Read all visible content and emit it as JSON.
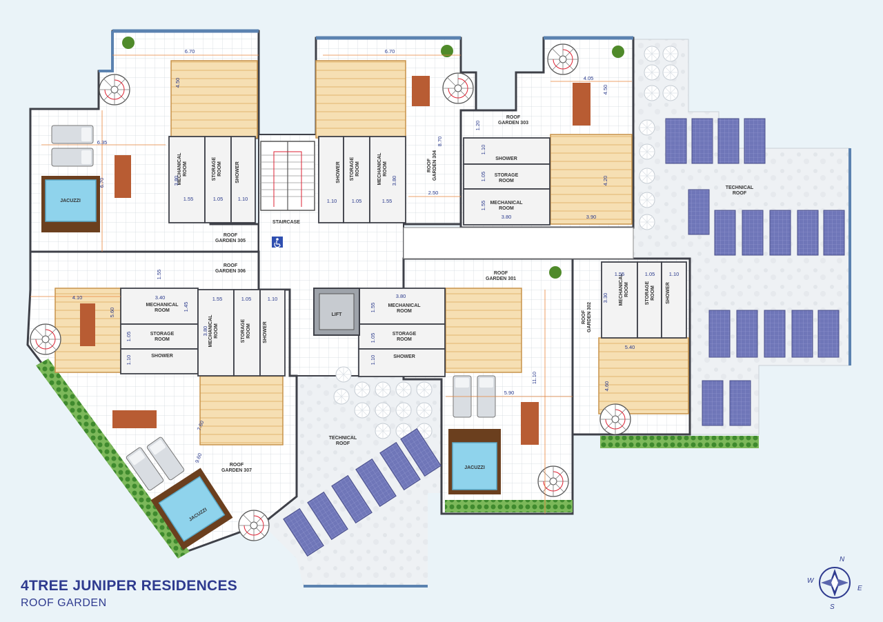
{
  "title": "4TREE JUNIPER RESIDENCES",
  "subtitle": "ROOF GARDEN",
  "compass": {
    "n": "N",
    "e": "E",
    "s": "S",
    "w": "W"
  },
  "common": {
    "staircase": "STAIRCASE",
    "lift": "LIFT",
    "tech_roof_left": "TECHNICAL\nROOF",
    "tech_roof_right": "TECHNICAL\nROOF"
  },
  "room_labels": {
    "mech": "MECHANICAL\nROOM",
    "storage": "STORAGE\nROOM",
    "shower": "SHOWER",
    "jacuzzi": "JACUZZI"
  },
  "gardens": {
    "g301": "ROOF\nGARDEN 301",
    "g302": "ROOF\nGARDEN 302",
    "g303": "ROOF\nGARDEN 303",
    "g304": "ROOF\nGARDEN 304",
    "g305": "ROOF\nGARDEN 305",
    "g306": "ROOF\nGARDEN 306",
    "g307": "ROOF\nGARDEN 307"
  },
  "dims": {
    "d670a": "6.70",
    "d670b": "6.70",
    "d450a": "4.50",
    "d635": "6.35",
    "d670c": "6.70",
    "d380a": "3.80",
    "d155a": "1.55",
    "d105a": "1.05",
    "d110a": "1.10",
    "d110b": "1.10",
    "d105b": "1.05",
    "d155b": "1.55",
    "d380b": "3.80",
    "d870": "8.70",
    "d250": "2.50",
    "d405": "4.05",
    "d450b": "4.50",
    "d120": "1.20",
    "d110c": "1.10",
    "d105c": "1.05",
    "d155c": "1.55",
    "d380c": "3.80",
    "d420": "4.20",
    "d390": "3.90",
    "d155d": "1.55",
    "d410": "4.10",
    "d340": "3.40",
    "d145": "1.45",
    "d560": "5.60",
    "d105d": "1.05",
    "d110d": "1.10",
    "d155e": "1.55",
    "d105e": "1.05",
    "d110e": "1.10",
    "d380d": "3.80",
    "d380e": "3.80",
    "d155f": "1.55",
    "d105f": "1.05",
    "d110f": "1.10",
    "d1110": "11.10",
    "d590": "5.90",
    "d155g": "1.55",
    "d105g": "1.05",
    "d110g": "1.10",
    "d330": "3.30",
    "d540": "5.40",
    "d460": "4.60",
    "d760": "7.60",
    "d960": "9.60"
  },
  "colors": {
    "wall": "#3e4048",
    "wall_blue": "#5b82b0",
    "tile": "#ffffff",
    "wood": "#f4d9a6",
    "wood_dark": "#e8b366",
    "table": "#b85c33",
    "panel": "#6f76b8",
    "water": "#8fd3ec",
    "hedge": "#4f9a3a",
    "title": "#2f3b8f"
  }
}
